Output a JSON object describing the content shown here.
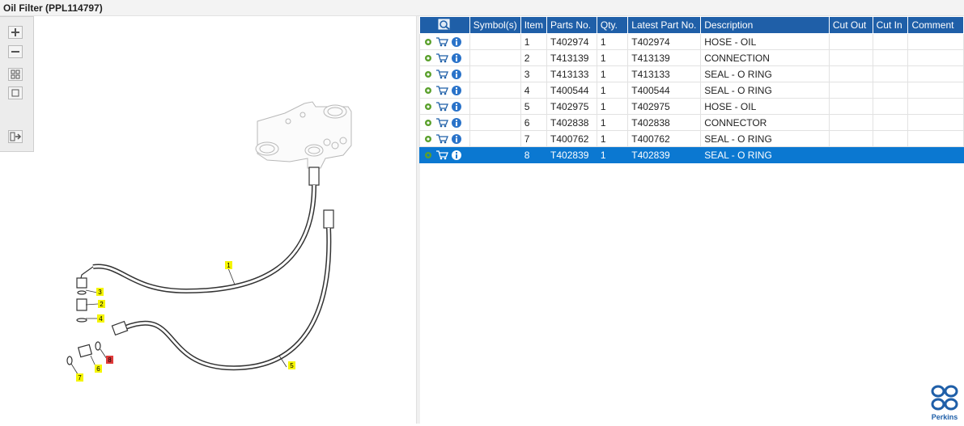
{
  "title": "Oil Filter (PPL114797)",
  "toolbar": {
    "buttons": [
      {
        "name": "zoom-in-icon"
      },
      {
        "name": "zoom-out-icon"
      },
      {
        "name": "fit-all-icon"
      },
      {
        "name": "fit-window-icon"
      },
      {
        "name": "export-icon"
      }
    ]
  },
  "table": {
    "headers": [
      "",
      "Symbol(s)",
      "Item",
      "Parts No.",
      "Qty.",
      "Latest Part No.",
      "Description",
      "Cut Out",
      "Cut In",
      "Comment"
    ],
    "rows": [
      {
        "item": "1",
        "part": "T402974",
        "qty": "1",
        "latest": "T402974",
        "desc": "HOSE - OIL"
      },
      {
        "item": "2",
        "part": "T413139",
        "qty": "1",
        "latest": "T413139",
        "desc": "CONNECTION"
      },
      {
        "item": "3",
        "part": "T413133",
        "qty": "1",
        "latest": "T413133",
        "desc": "SEAL - O RING"
      },
      {
        "item": "4",
        "part": "T400544",
        "qty": "1",
        "latest": "T400544",
        "desc": "SEAL - O RING"
      },
      {
        "item": "5",
        "part": "T402975",
        "qty": "1",
        "latest": "T402975",
        "desc": "HOSE - OIL"
      },
      {
        "item": "6",
        "part": "T402838",
        "qty": "1",
        "latest": "T402838",
        "desc": "CONNECTOR"
      },
      {
        "item": "7",
        "part": "T400762",
        "qty": "1",
        "latest": "T400762",
        "desc": "SEAL - O RING"
      },
      {
        "item": "8",
        "part": "T402839",
        "qty": "1",
        "latest": "T402839",
        "desc": "SEAL - O RING"
      }
    ],
    "selected_item": "8"
  },
  "callouts": [
    "1",
    "2",
    "3",
    "4",
    "5",
    "6",
    "7",
    "8"
  ],
  "logo_text": "Perkins",
  "colors": {
    "header": "#1f5fa8",
    "selected": "#0b78d1",
    "callout": "#f5f500",
    "callout_selected": "#e03a3a"
  }
}
